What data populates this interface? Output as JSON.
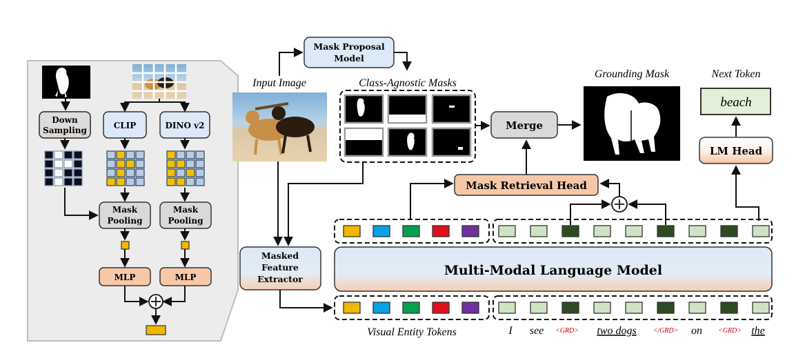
{
  "inset": {
    "down_sampling": [
      "Down",
      "Sampling"
    ],
    "clip": "CLIP",
    "dino": "DINO v2",
    "mask_pooling_left": [
      "Mask",
      "Pooling"
    ],
    "mask_pooling_right": [
      "Mask",
      "Pooling"
    ],
    "mlp_left": "MLP",
    "mlp_right": "MLP"
  },
  "pipeline": {
    "mask_proposal_model": [
      "Mask Proposal",
      "Model"
    ],
    "input_image_label": "Input Image",
    "class_agnostic_label": "Class-Agnostic Masks",
    "merge": "Merge",
    "grounding_mask_label": "Grounding Mask",
    "next_token_label": "Next Token",
    "next_token_value": "beach",
    "lm_head": "LM Head",
    "mask_retrieval_head": "Mask Retrieval Head",
    "masked_feature_extractor": [
      "Masked",
      "Feature",
      "Extractor"
    ],
    "mllm": "Multi-Modal Language Model",
    "visual_entity_tokens_label": "Visual Entity Tokens"
  },
  "sentence": {
    "w1": "I",
    "w2": "see",
    "grd_open": "<GRD>",
    "w3": "two dogs",
    "grd_close": "</GRD>",
    "w4": "on",
    "grd_open2": "<GRD>",
    "w5": "the"
  },
  "colors": {
    "entity_tokens": [
      "#f2b800",
      "#0aa0e6",
      "#06a050",
      "#e0101c",
      "#7030a0"
    ],
    "text_token_light": "#cfe3c4",
    "text_token_dark": "#2e4a22",
    "blue_box": "#dce9f6",
    "peach_box": "#f6c8a8",
    "grey_box": "#d6d6d6",
    "grd_red": "#c00000"
  }
}
